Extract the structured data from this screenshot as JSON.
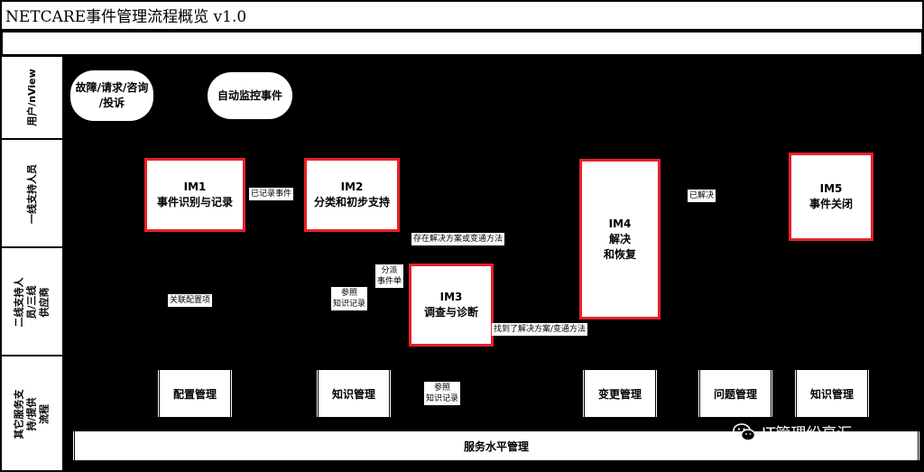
{
  "header": {
    "title": "NETCARE事件管理流程概览 v1.0"
  },
  "lanes": [
    {
      "label": "用户/nView"
    },
    {
      "label": "一线支持人员"
    },
    {
      "label": "二线支持人员/三线\n供应商"
    },
    {
      "label": "其它服务支持/提供\n流程"
    }
  ],
  "triggers": [
    {
      "label": "故障/请求/咨询\n/投诉"
    },
    {
      "label": "自动监控事件"
    }
  ],
  "processes": {
    "im1": {
      "id": "IM1",
      "label": "事件识别与记录"
    },
    "im2": {
      "id": "IM2",
      "label": "分类和初步支持"
    },
    "im3": {
      "id": "IM3",
      "label": "调查与诊断"
    },
    "im4": {
      "id": "IM4",
      "label": "解决\n和恢复"
    },
    "im5": {
      "id": "IM5",
      "label": "事件关闭"
    }
  },
  "edge_labels": {
    "recorded": "已记录事件",
    "workaround_exists": "存在解决方案或变通方法",
    "assign_ticket": "分派\n事件单",
    "ref_knowledge_1": "参照\n知识记录",
    "linked_ci": "关联配置项",
    "found_solution": "找到了解决方案/变通方法",
    "resolved": "已解决",
    "ref_knowledge_2": "参照\n知识记录"
  },
  "services": [
    {
      "label": "配置管理"
    },
    {
      "label": "知识管理"
    },
    {
      "label": "变更管理"
    },
    {
      "label": "问题管理"
    },
    {
      "label": "知识管理"
    }
  ],
  "sla": {
    "label": "服务水平管理"
  },
  "watermark": {
    "text": "IT管理纷享汇",
    "icon": "wechat-icon"
  },
  "colors": {
    "process_border": "#e8202a",
    "background": "#000000",
    "box": "#ffffff"
  }
}
